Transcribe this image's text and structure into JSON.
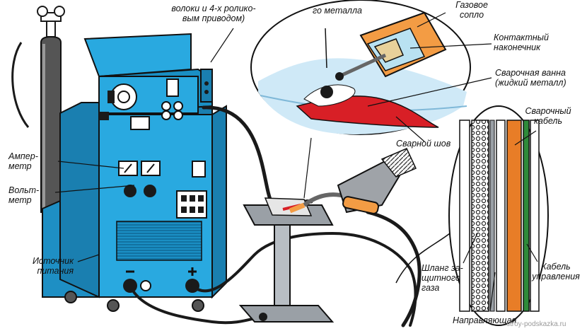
{
  "labels": {
    "wire_feed": "волоки и 4-х ролико-\nвым приводом)",
    "metal": "го металла",
    "gas_nozzle": "Газовое\nсопло",
    "contact_tip": "Контактный\nнаконечник",
    "weld_pool": "Сварочная ванна\n(жидкий металл)",
    "weld_seam": "Сварной шов",
    "weld_cable": "Сварочный\nкабель",
    "ammeter": "Ампер-\nметр",
    "voltmeter": "Вольт-\nметр",
    "power_source": "Источник\nпитания",
    "gas_hose": "Шланг за-\nщитного\nгаза",
    "guide": "Направляющая",
    "control_cable": "Кабель\nуправления"
  },
  "watermark": "stroy-podskazka.ru",
  "colors": {
    "machine": "#29a9e0",
    "machine_dark": "#1a7fb0",
    "nozzle": "#f39c44",
    "tip": "#e8d19a",
    "weld_seam": "#d81f26",
    "cable": "#1a1a1a",
    "gas_bubble": "#cfe9f7",
    "copper": "#e87d27",
    "green_wire": "#2e8b3a"
  }
}
